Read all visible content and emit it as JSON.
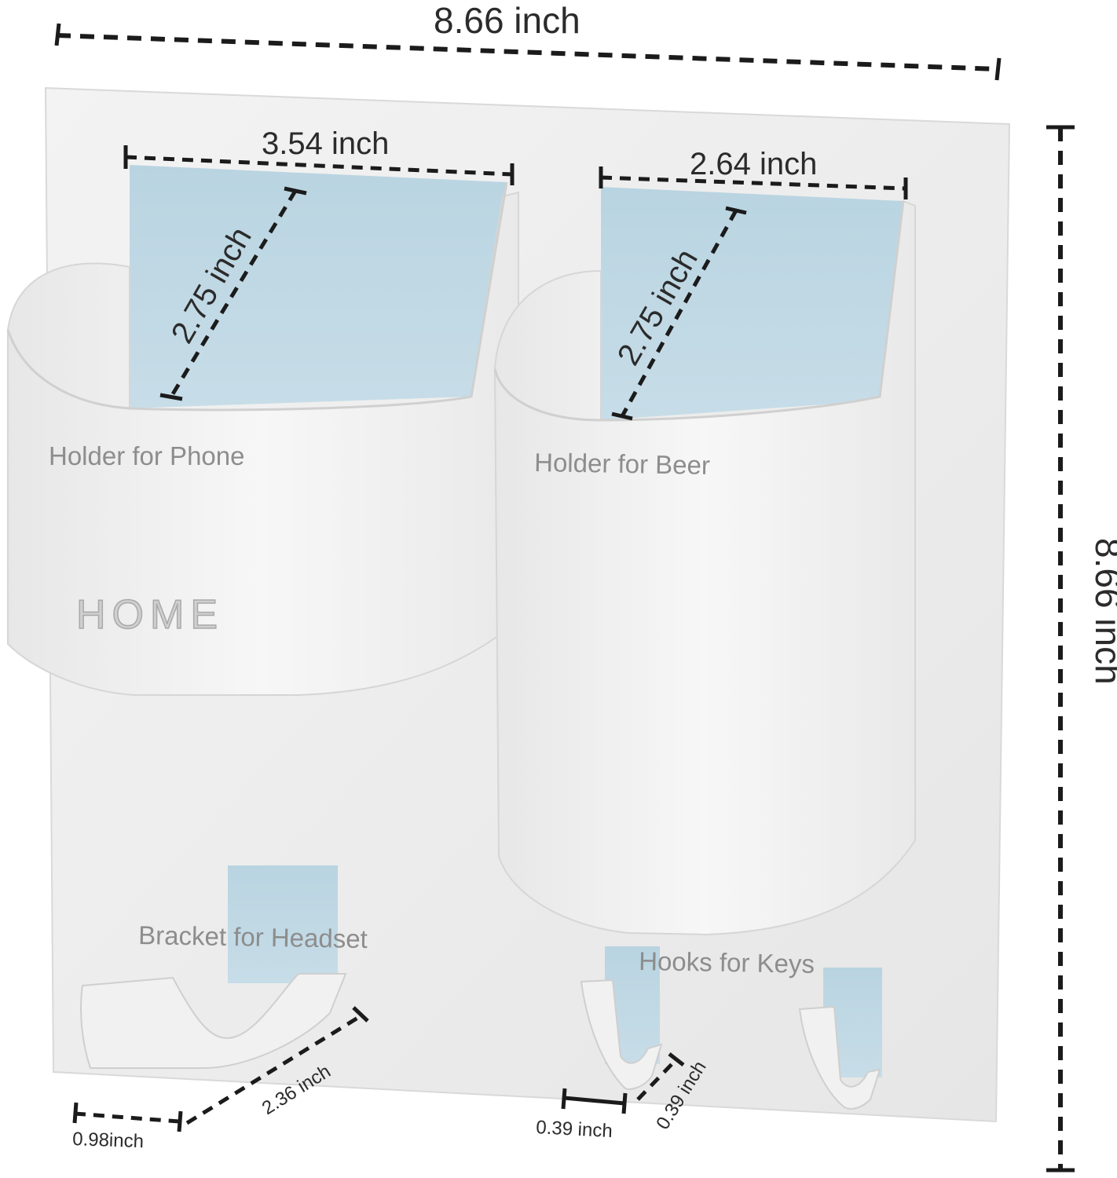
{
  "dimensions": {
    "width": "8.66 inch",
    "height": "8.66 inch",
    "phone_holder_width": "3.54 inch",
    "phone_holder_depth": "2.75 inch",
    "beer_holder_width": "2.64 inch",
    "beer_holder_depth": "2.75 inch",
    "headset_hook_length": "2.36 inch",
    "headset_hook_width": "0.98inch",
    "key_hook_width": "0.39 inch",
    "key_hook_depth": "0.39 inch"
  },
  "labels": {
    "phone_holder": "Holder for Phone",
    "beer_holder": "Holder for Beer",
    "headset_bracket": "Bracket for Headset",
    "key_hooks": "Hooks for Keys",
    "brand": "HOME"
  },
  "colors": {
    "board": "#efefef",
    "inner_blue": "#bcd6e2",
    "dimension_line": "#1b1b1b"
  }
}
